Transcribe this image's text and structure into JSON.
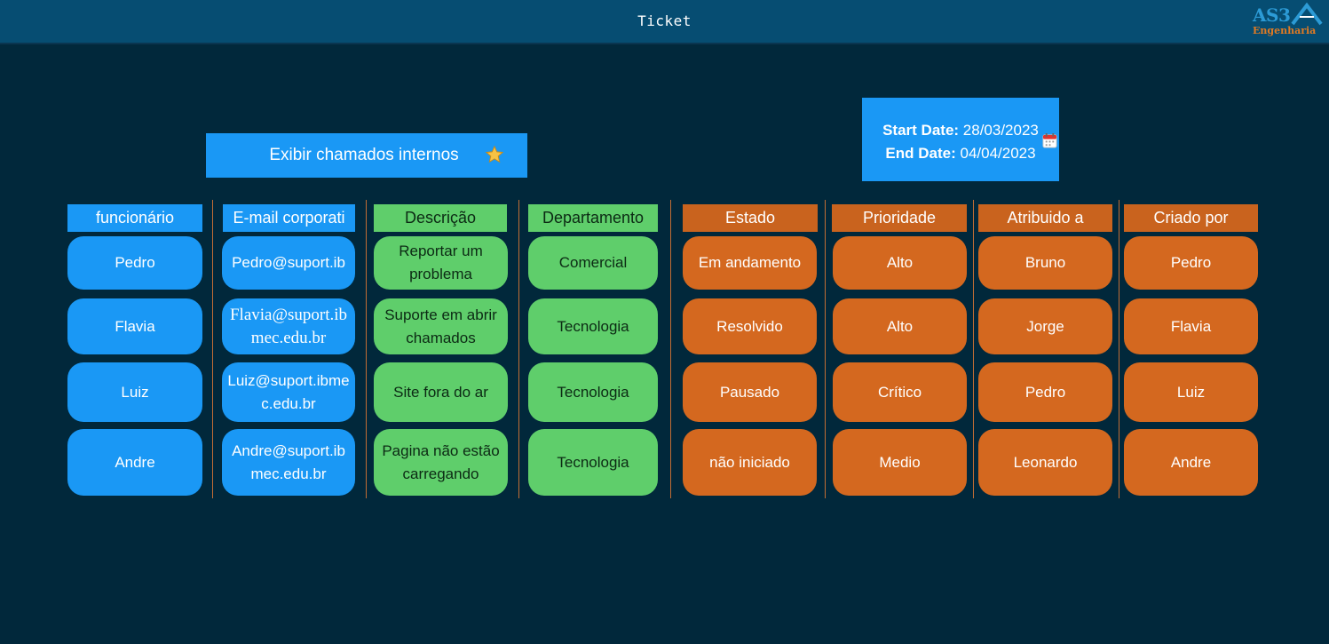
{
  "topbar": {
    "title": "Ticket",
    "logo": {
      "text": "AS3",
      "sub": "Engenharia",
      "icon": "as3-logo-mark"
    }
  },
  "toggle": {
    "label": "Exibir chamados internos",
    "icon": "star-icon"
  },
  "dates": {
    "start_label": "Start Date:",
    "start_value": "28/03/2023",
    "end_label": "End Date:",
    "end_value": "04/04/2023",
    "icon": "calendar-icon"
  },
  "colors": {
    "background": "#01283b",
    "topbar": "#064d72",
    "blue": "#1a98f5",
    "green": "#5fce6b",
    "orange": "#d4681f"
  },
  "table": {
    "headers": [
      "funcionário",
      "E-mail corporati",
      "Descrição",
      "Departamento",
      "Estado",
      "Prioridade",
      "Atribuido a",
      "Criado por"
    ],
    "rows": [
      [
        "Pedro",
        "Pedro@suport.ib",
        "Reportar um problema",
        "Comercial",
        "Em andamento",
        "Alto",
        "Bruno",
        "Pedro"
      ],
      [
        "Flavia",
        "Flavia@suport.ibmec.edu.br",
        "Suporte em abrir chamados",
        "Tecnologia",
        "Resolvido",
        "Alto",
        "Jorge",
        "Flavia"
      ],
      [
        "Luiz",
        "Luiz@suport.ibmec.edu.br",
        "Site fora do ar",
        "Tecnologia",
        "Pausado",
        "Crítico",
        "Pedro",
        "Luiz"
      ],
      [
        "Andre",
        "Andre@suport.ibmec.edu.br",
        "Pagina não estão carregando",
        "Tecnologia",
        "não iniciado",
        "Medio",
        "Leonardo",
        "Andre"
      ]
    ]
  }
}
